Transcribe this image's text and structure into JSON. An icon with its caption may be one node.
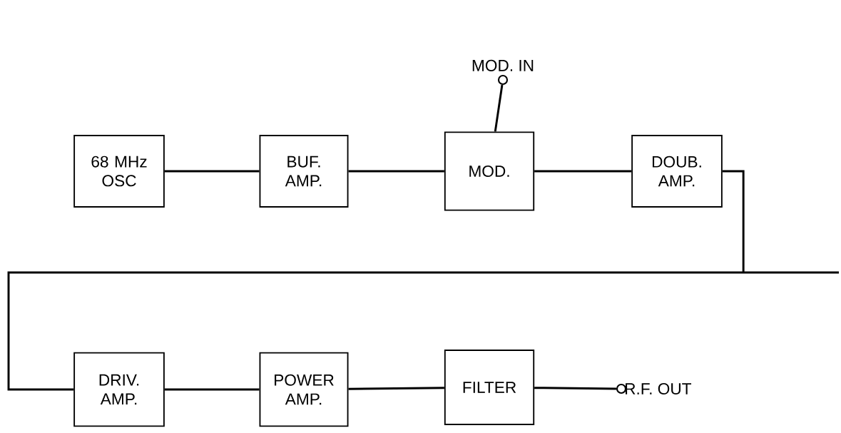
{
  "diagram": {
    "nodes": [
      {
        "text": [
          "68 MHz OSC"
        ]
      },
      {
        "text": [
          "BUF. AMP."
        ]
      },
      {
        "text": [
          "MOD."
        ]
      },
      {
        "text": [
          "DOUB. AMP."
        ]
      },
      {
        "text": [],
        "shape": "circle",
        "beside": [
          "MOD. IN"
        ]
      },
      {
        "text": [
          "DRIV. AMP."
        ]
      },
      {
        "text": [
          "POWER AMP."
        ]
      },
      {
        "text": [
          "FILTER"
        ]
      },
      {
        "text": [],
        "shape": "circle",
        "beside": [
          "R.F. OUT"
        ]
      }
    ],
    "edges": [
      {
        "from": 0,
        "to": 1,
        "arrow": "none"
      },
      {
        "from": 1,
        "to": 2,
        "arrow": "none"
      },
      {
        "from": 4,
        "to": 2,
        "arrow": "none"
      },
      {
        "from": 2,
        "to": 3,
        "arrow": "none"
      },
      {
        "from": 3,
        "to": 5,
        "arrow": "none"
      },
      {
        "from": 5,
        "to": 6,
        "arrow": "none"
      },
      {
        "from": 6,
        "to": 7,
        "arrow": "none"
      },
      {
        "from": 7,
        "to": 8,
        "arrow": "none"
      }
    ]
  }
}
